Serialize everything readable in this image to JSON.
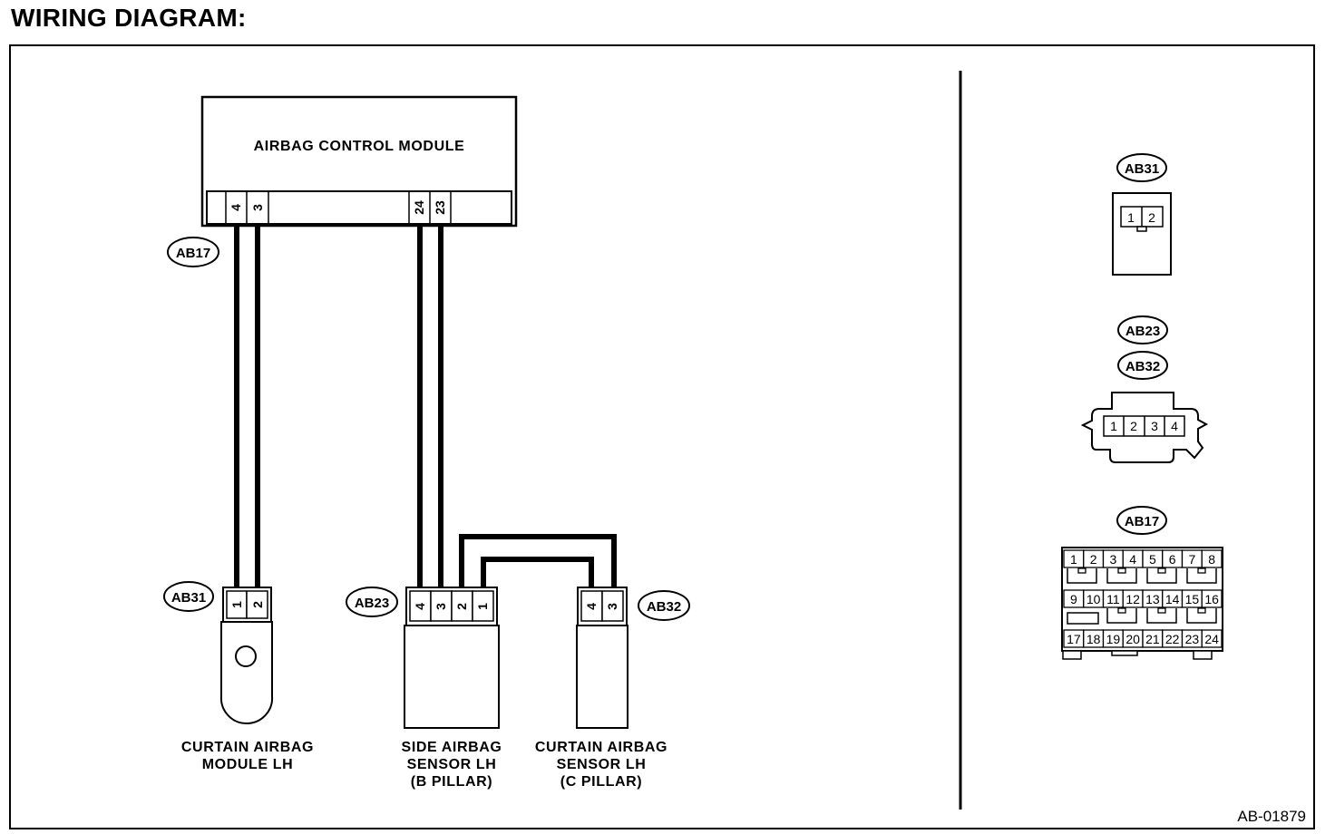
{
  "title": "WIRING DIAGRAM:",
  "reference": "AB-01879",
  "module": {
    "name": "AIRBAG CONTROL MODULE",
    "pins_left": [
      "4",
      "3"
    ],
    "pins_right": [
      "24",
      "23"
    ],
    "connector": "AB17"
  },
  "components": [
    {
      "id": "curtain-module",
      "connector": "AB31",
      "pins": [
        "1",
        "2"
      ],
      "label": [
        "CURTAIN AIRBAG",
        "MODULE LH"
      ]
    },
    {
      "id": "side-sensor",
      "connector": "AB23",
      "pins": [
        "4",
        "3",
        "2",
        "1"
      ],
      "label": [
        "SIDE AIRBAG",
        "SENSOR LH",
        "(B PILLAR)"
      ]
    },
    {
      "id": "curtain-sensor",
      "connector": "AB32",
      "pins": [
        "4",
        "3"
      ],
      "label": [
        "CURTAIN AIRBAG",
        "SENSOR LH",
        "(C PILLAR)"
      ]
    }
  ],
  "connector_views": {
    "ab31": {
      "labels": [
        "AB31"
      ],
      "pins": [
        "1",
        "2"
      ]
    },
    "ab23_32": {
      "labels": [
        "AB23",
        "AB32"
      ],
      "pins": [
        "1",
        "2",
        "3",
        "4"
      ]
    },
    "ab17": {
      "labels": [
        "AB17"
      ],
      "rows": [
        [
          "1",
          "2",
          "3",
          "4",
          "5",
          "6",
          "7",
          "8"
        ],
        [
          "9",
          "10",
          "11",
          "12",
          "13",
          "14",
          "15",
          "16"
        ],
        [
          "17",
          "18",
          "19",
          "20",
          "21",
          "22",
          "23",
          "24"
        ]
      ]
    }
  }
}
